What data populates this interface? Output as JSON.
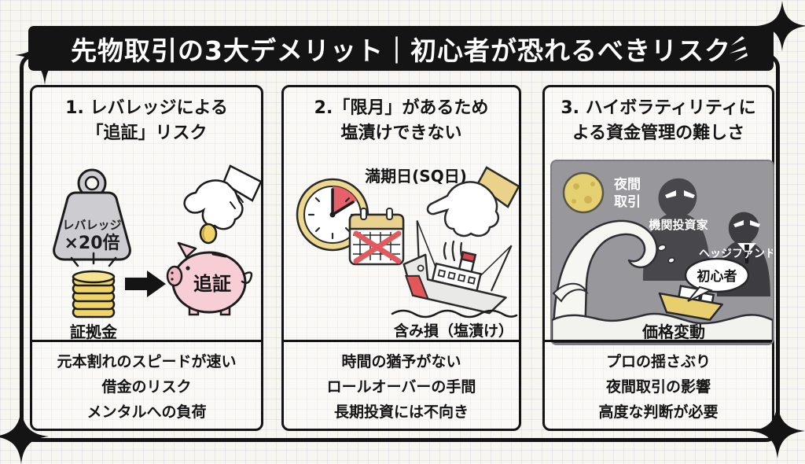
{
  "banner": {
    "title": "先物取引の3大デメリット｜初心者が恐れるべきリスク"
  },
  "cards": [
    {
      "header_line1": "1. レバレッジによる",
      "header_line2": "「追証」リスク",
      "labels": {
        "weight_line1": "レバレッジ",
        "weight_line2": "×20倍",
        "coins": "証拠金",
        "piggy": "追証"
      },
      "footer": [
        "元本割れのスピードが速い",
        "借金のリスク",
        "メンタルへの負荷"
      ]
    },
    {
      "header_line1": "2.「限月」があるため",
      "header_line2": "塩漬けできない",
      "labels": {
        "maturity": "満期日(SQ日)",
        "loss": "含み損（塩漬け）"
      },
      "footer": [
        "時間の猶予がない",
        "ロールオーバーの手間",
        "長期投資には不向き"
      ]
    },
    {
      "header_line1": "3. ハイボラティリティに",
      "header_line2": "よる資金管理の難しさ",
      "labels": {
        "night_line1": "夜間",
        "night_line2": "取引",
        "institutional": "機関投資家",
        "hedge_fund": "ヘッジファンド",
        "beginner": "初心者",
        "price_move": "価格変動"
      },
      "footer": [
        "プロの揺さぶり",
        "夜間取引の影響",
        "高度な判断が必要"
      ]
    }
  ],
  "colors": {
    "banner_bg": "#141414",
    "ink": "#1c1c1c",
    "red_accent": "#e8606a",
    "pig_pink": "#f7ced6",
    "coin_gold": "#f0d468",
    "weight_gray": "#cdcdd1",
    "panel_gray": "#98989c",
    "silhouette_dark": "#424247",
    "moon_yellow": "#e6d172",
    "boat_yellow": "#e8ce6e",
    "calendar_tan": "#e8d28e"
  }
}
